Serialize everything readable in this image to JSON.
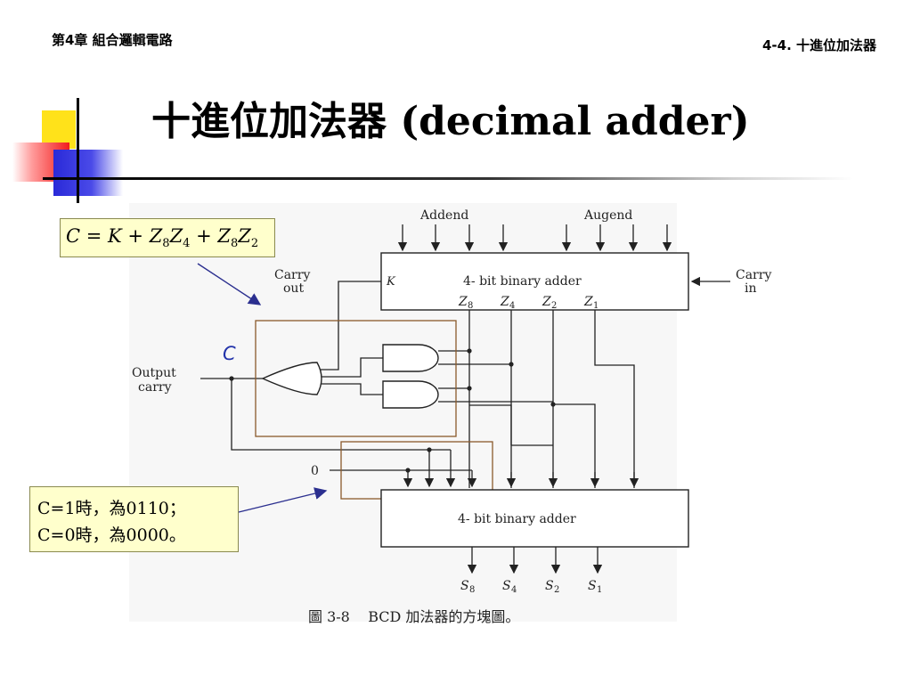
{
  "header": {
    "chapter": "第4章 組合邏輯電路",
    "section": "4-4. 十進位加法器"
  },
  "title": "十進位加法器 (decimal adder)",
  "formula_note": {
    "lhs": "C",
    "eq": " = ",
    "k": "K",
    "plus1": " + ",
    "t1a": "Z",
    "t1a_sub": "8",
    "t1b": "Z",
    "t1b_sub": "4",
    "plus2": " + ",
    "t2a": "Z",
    "t2a_sub": "8",
    "t2b": "Z",
    "t2b_sub": "2"
  },
  "mux_note": {
    "line1": "C=1時，為0110；",
    "line2": "C=0時，為0000。"
  },
  "diagram": {
    "addend_label": "Addend",
    "augend_label": "Augend",
    "top_adder_label": "4- bit binary adder",
    "bottom_adder_label": "4- bit binary adder",
    "k_label": "K",
    "z8_label": "Z",
    "z8_sub": "8",
    "z4_label": "Z",
    "z4_sub": "4",
    "z2_label": "Z",
    "z2_sub": "2",
    "z1_label": "Z",
    "z1_sub": "1",
    "carry_out_line1": "Carry",
    "carry_out_line2": "out",
    "carry_in_line1": "Carry",
    "carry_in_line2": "in",
    "output_carry_line1": "Output",
    "output_carry_line2": "carry",
    "c_label": "C",
    "zero_label": "0",
    "s8_label": "S",
    "s8_sub": "8",
    "s4_label": "S",
    "s4_sub": "4",
    "s2_label": "S",
    "s2_sub": "2",
    "s1_label": "S",
    "s1_sub": "1",
    "caption": "圖 3-8    BCD 加法器的方塊圖。"
  },
  "colors": {
    "note_bg": "#ffffcc",
    "highlight_box": "#8b5a2b",
    "arrow": "#2b2f8f",
    "c_label": "#2233aa"
  }
}
